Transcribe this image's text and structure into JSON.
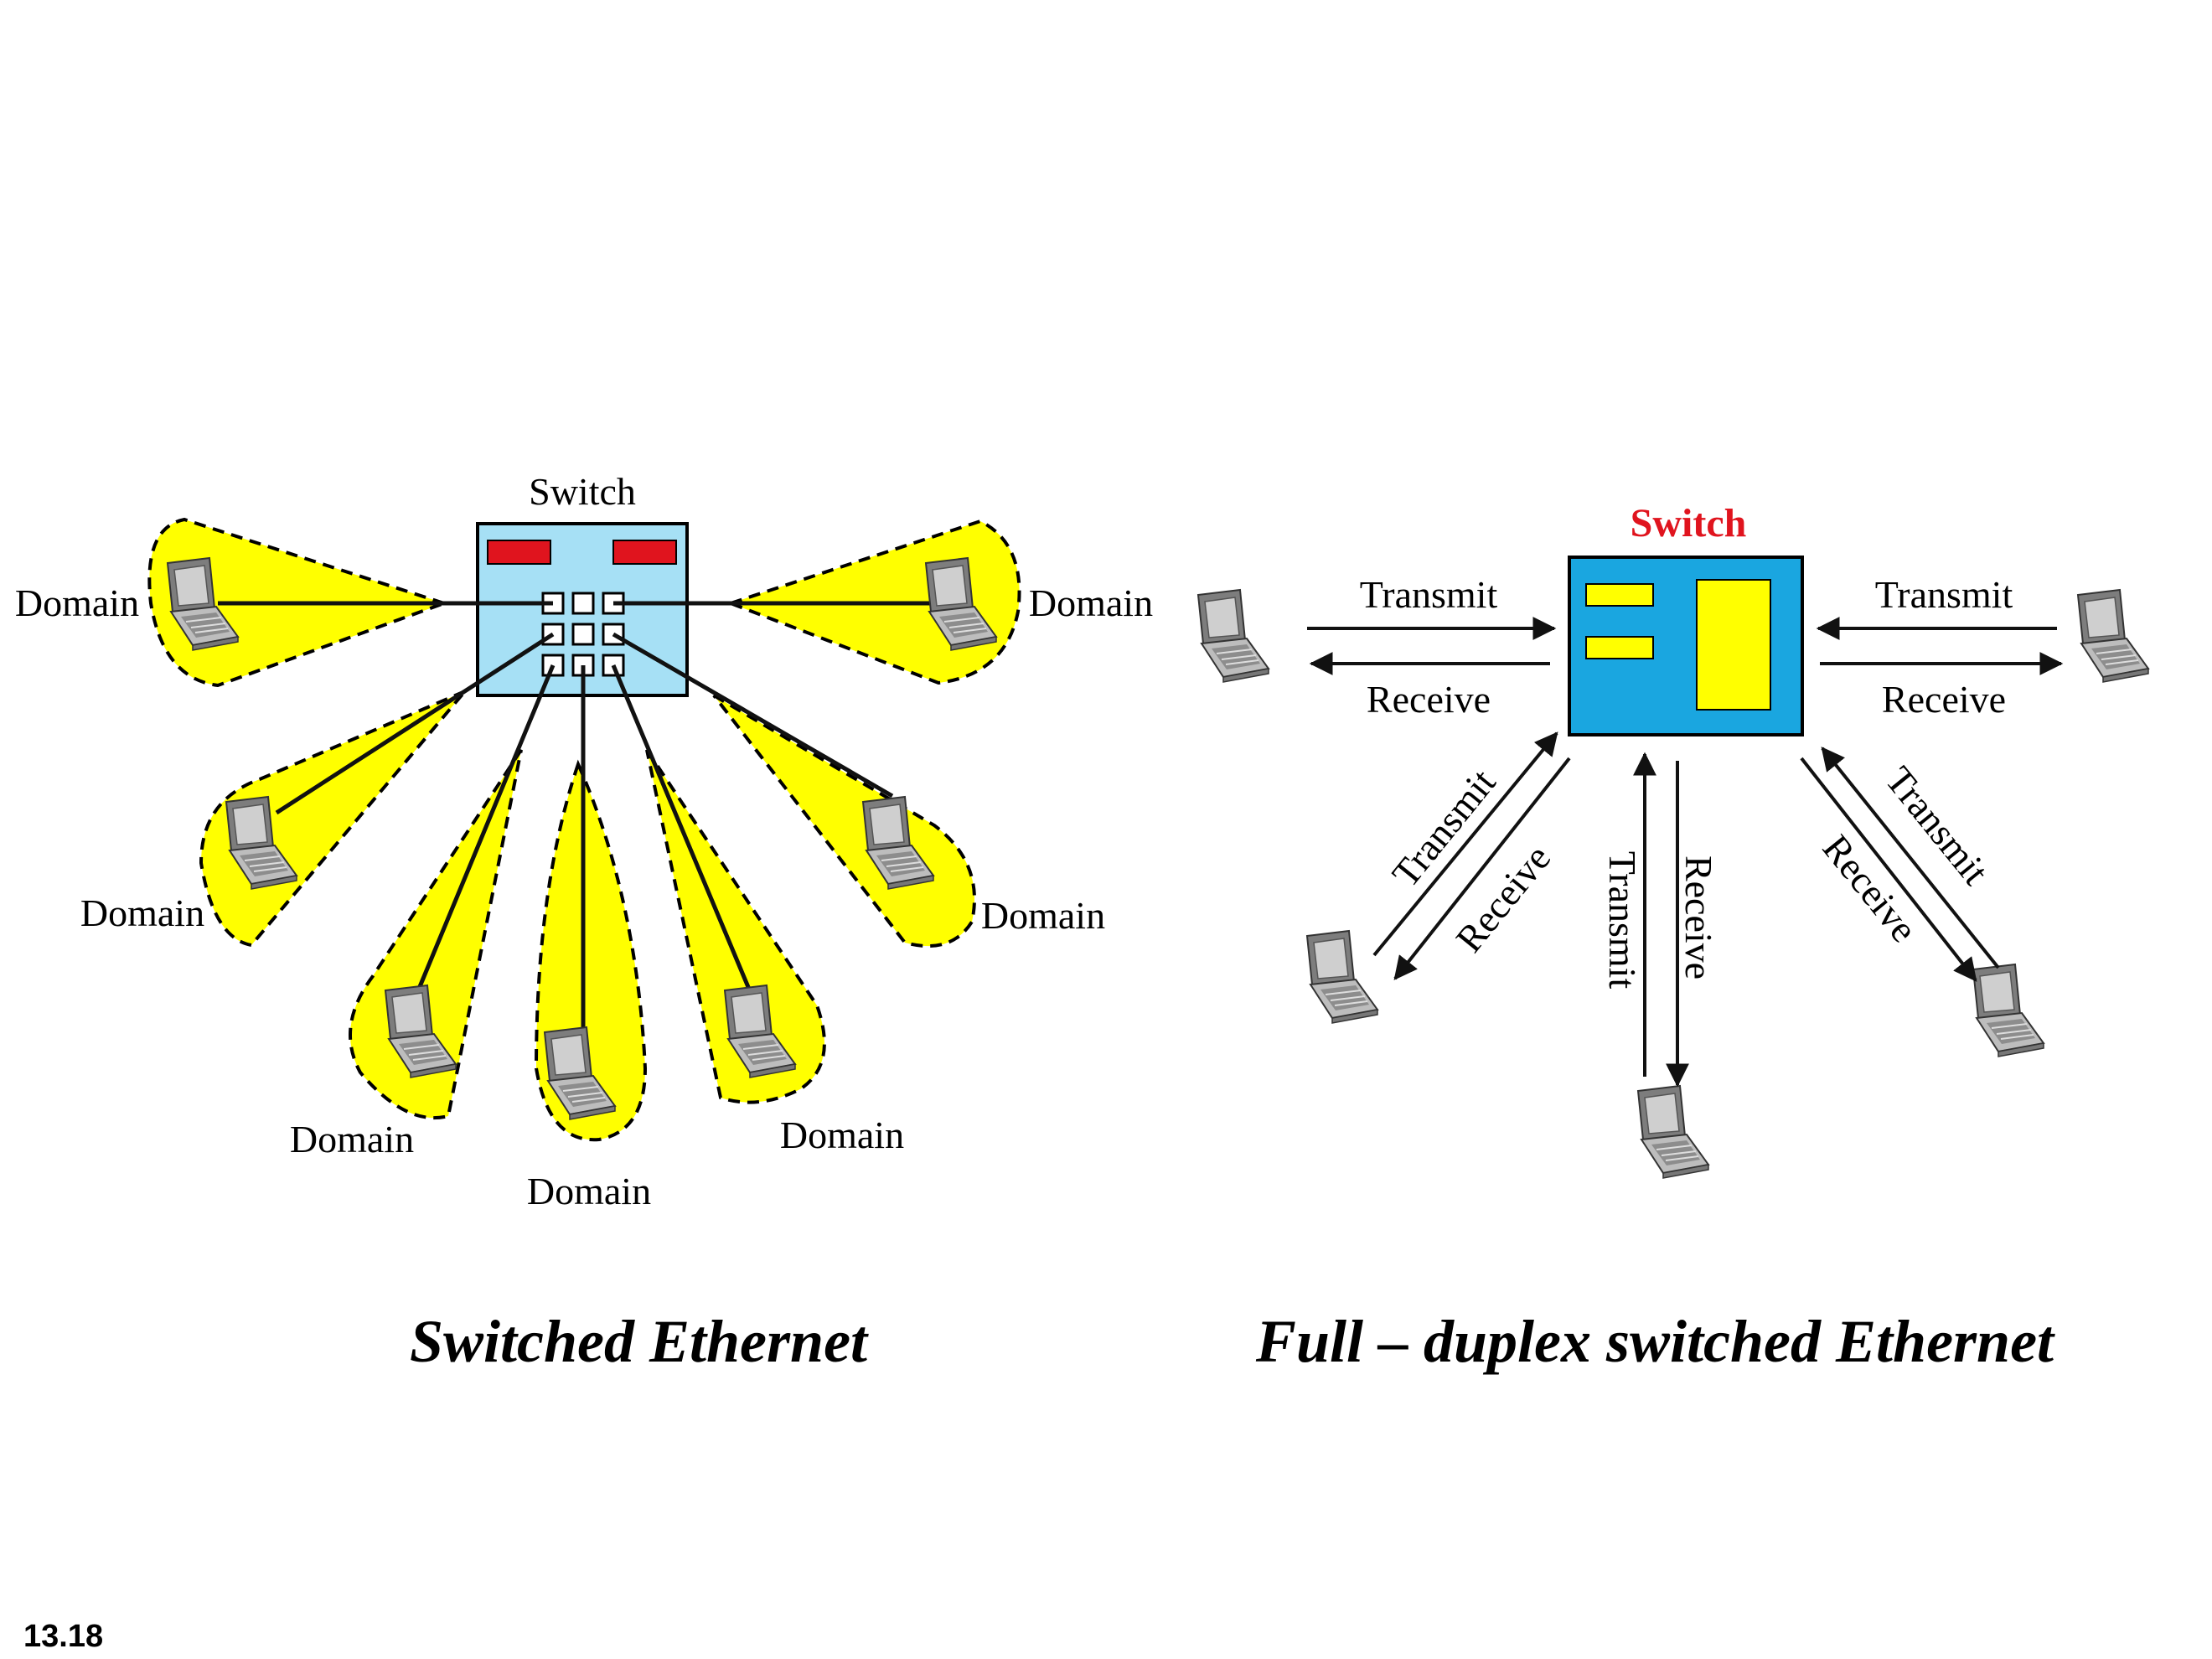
{
  "left_diagram": {
    "switch_label": "Switch",
    "domain_label": "Domain",
    "caption": "Switched  Ethernet"
  },
  "right_diagram": {
    "switch_label": "Switch",
    "transmit_label": "Transmit",
    "receive_label": "Receive",
    "caption": "Full – duplex  switched  Ethernet"
  },
  "page_number": "13.18",
  "colors": {
    "domain_fill": "#ffff00",
    "switch_left": "#a6e0f5",
    "switch_right": "#1aa6e0",
    "switch_label_red": "#e0141e",
    "indicator_red": "#e0141e"
  },
  "icons": {
    "station": "laptop-icon"
  }
}
